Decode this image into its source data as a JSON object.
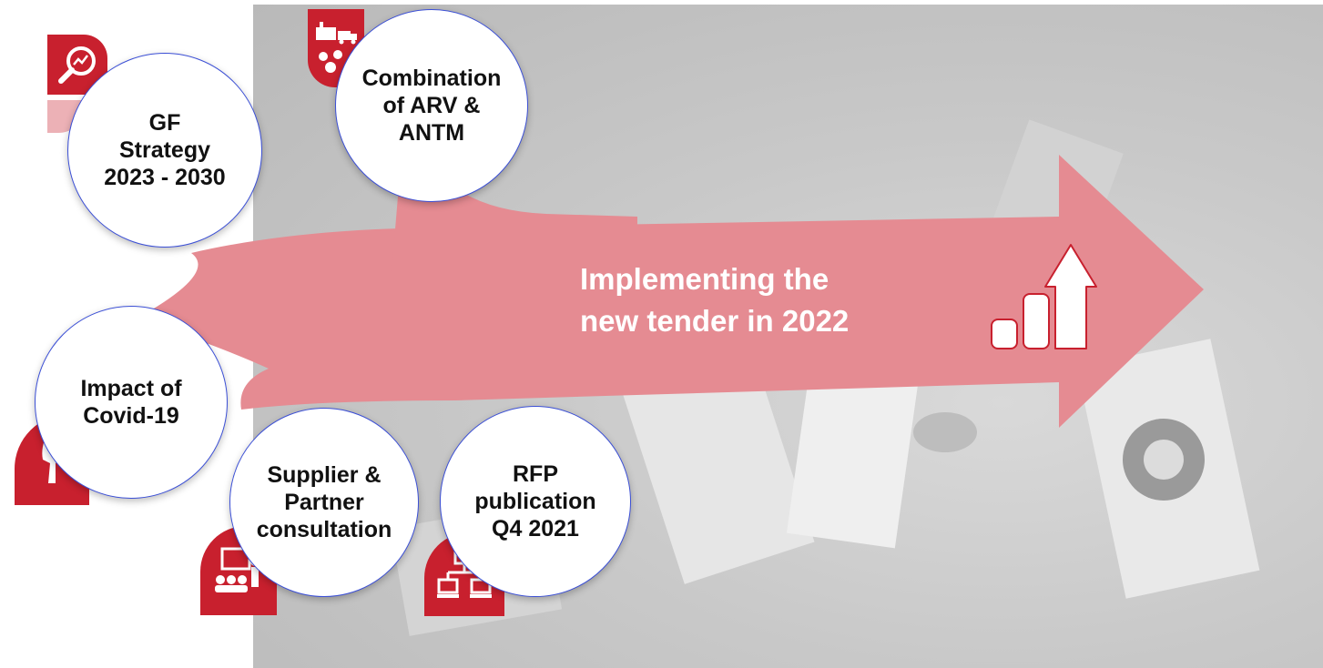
{
  "headline": {
    "line1": "Implementing the",
    "line2": "new tender in 2022"
  },
  "milestones": [
    {
      "id": "gf-strategy",
      "lines": [
        "GF",
        "Strategy",
        "2023 - 2030"
      ],
      "icon": "magnifier-chart-icon"
    },
    {
      "id": "combination",
      "lines": [
        "Combination",
        "of ARV &",
        "ANTM"
      ],
      "icon": "factory-truck-icon"
    },
    {
      "id": "covid",
      "lines": [
        "Impact of",
        "Covid-19"
      ],
      "icon": "hand-icon"
    },
    {
      "id": "supplier",
      "lines": [
        "Supplier &",
        "Partner",
        "consultation"
      ],
      "icon": "presentation-icon"
    },
    {
      "id": "rfp",
      "lines": [
        "RFP",
        "publication",
        "Q4 2021"
      ],
      "icon": "network-icon"
    }
  ],
  "colors": {
    "arrow": "#e58b92",
    "badge": "#c8202e",
    "circle_border": "#3b4fd6",
    "headline": "#ffffff"
  }
}
